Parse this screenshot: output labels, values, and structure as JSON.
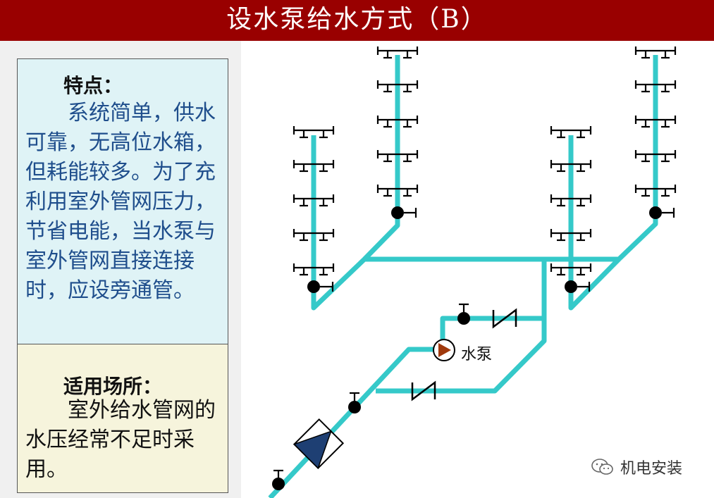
{
  "title": "设水泵给水方式（B）",
  "features": {
    "heading": "特点：",
    "text": "　　系统简单，供水可靠，无高位水箱，但耗能较多。为了充利用室外管网压力，节省电能，当水泵与室外管网直接连接时，应设旁通管。"
  },
  "applicable": {
    "heading": "适用场所：",
    "text": "　　室外给水管网的水压经常不足时采用。"
  },
  "diagram": {
    "pump_label": "水泵"
  },
  "watermark": "机电安装",
  "colors": {
    "title_bar": "#990000",
    "pipe": "#35c9c9",
    "feature_box": "#dff3f6",
    "usage_box": "#f6f4dc",
    "feature_text": "#1f4e8c",
    "pump": "#a0390c",
    "meter": "#1e3f73"
  }
}
